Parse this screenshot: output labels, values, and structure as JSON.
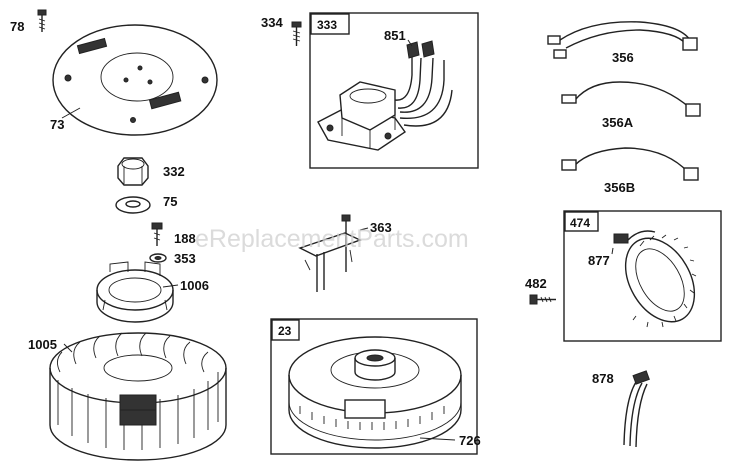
{
  "watermark": "eReplacementParts.com",
  "parts": {
    "p78": "78",
    "p73": "73",
    "p332": "332",
    "p75": "75",
    "p188": "188",
    "p353": "353",
    "p1006": "1006",
    "p1005": "1005",
    "p334": "334",
    "p333": "333",
    "p851": "851",
    "p363": "363",
    "p23": "23",
    "p726": "726",
    "p356": "356",
    "p356A": "356A",
    "p356B": "356B",
    "p474": "474",
    "p877": "877",
    "p482": "482",
    "p878": "878"
  },
  "colors": {
    "line": "#222222",
    "watermark": "#cfcfcf",
    "background": "#ffffff"
  }
}
